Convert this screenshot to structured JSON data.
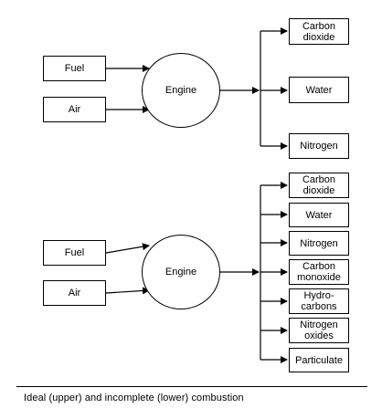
{
  "upper": {
    "inputs": [
      "Fuel",
      "Air"
    ],
    "engine": "Engine",
    "outputs": [
      "Carbon\ndioxide",
      "Water",
      "Nitrogen"
    ]
  },
  "lower": {
    "inputs": [
      "Fuel",
      "Air"
    ],
    "engine": "Engine",
    "outputs": [
      "Carbon\ndioxide",
      "Water",
      "Nitrogen",
      "Carbon\nmonoxide",
      "Hydro-\ncarbons",
      "Nitrogen\noxides",
      "Particulate"
    ]
  },
  "caption": "Ideal (upper) and incomplete (lower) combustion"
}
